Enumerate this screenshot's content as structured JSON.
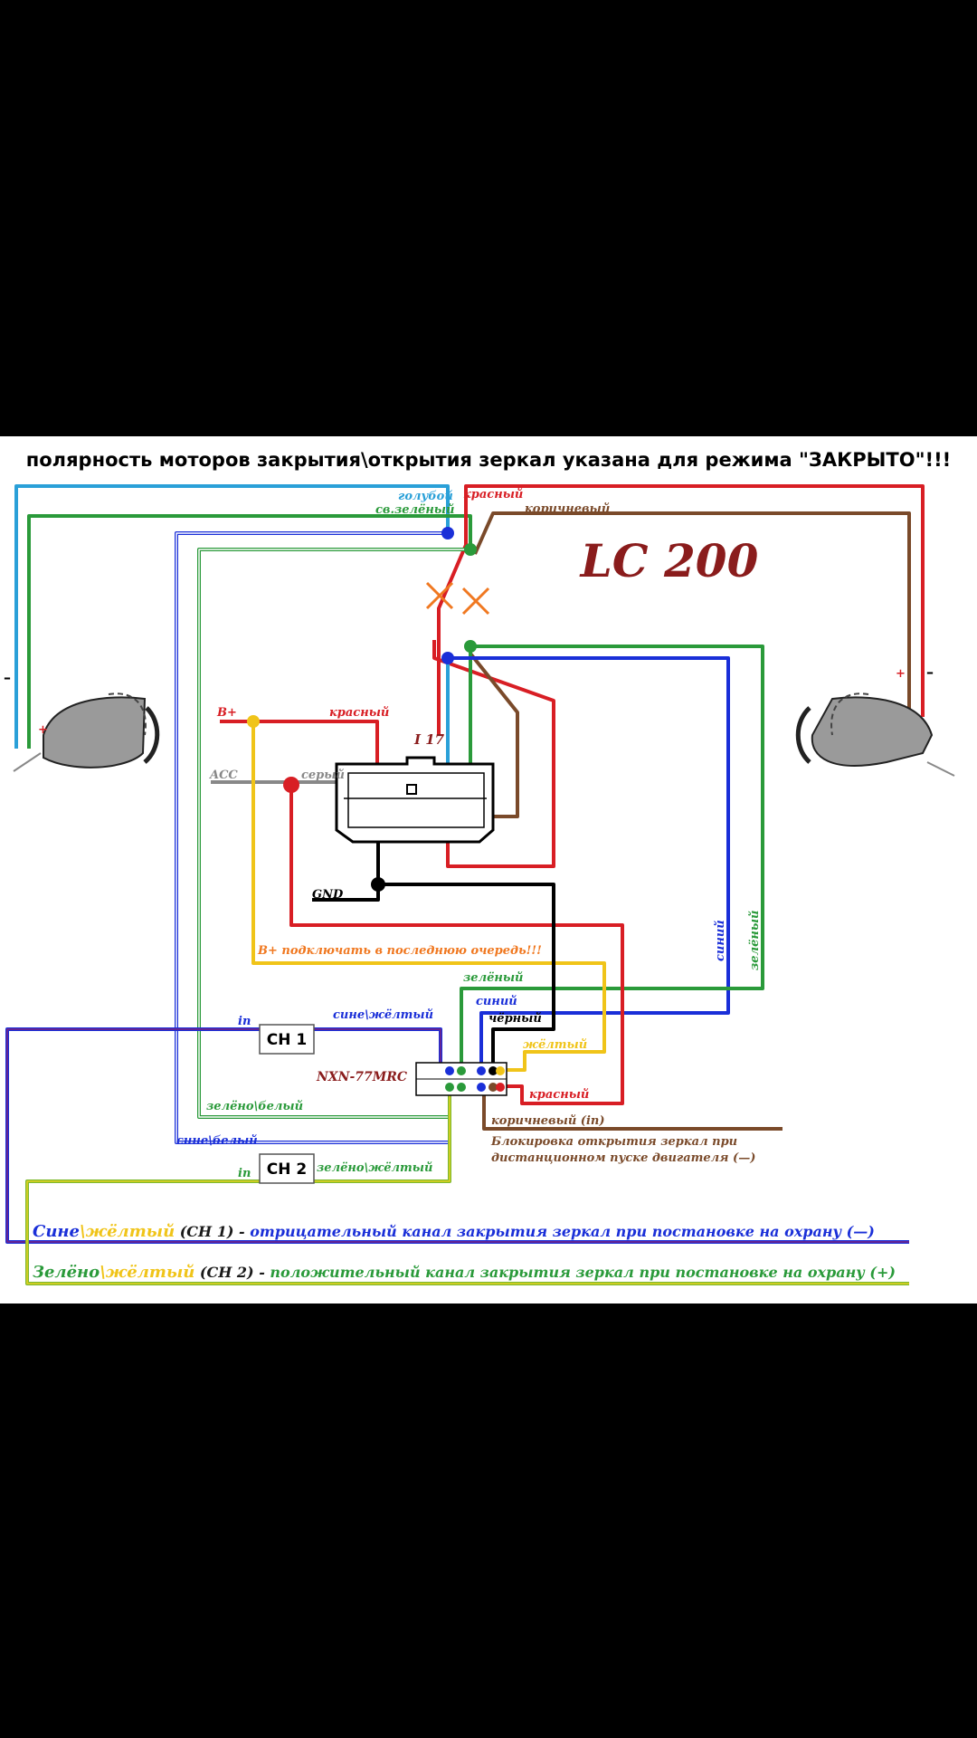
{
  "title": "полярность моторов закрытия\\открытия зеркал указана для режима \"ЗАКРЫТО\"!!!",
  "model": "LC 200",
  "connector": "I 17",
  "module": "NXN-77MRC",
  "ch1_box": "CH 1",
  "ch2_box": "CH 2",
  "labels": {
    "lightblue": "голубой",
    "lightgreen": "св.зелёный",
    "red": "красный",
    "brown": "коричневый",
    "bplus": "B+",
    "acc": "ACC",
    "grey": "серый",
    "gnd": "GND",
    "bplus_note": "B+ подключать в последнюю очередь!!!",
    "green": "зелёный",
    "green_short": "зелёный",
    "blue": "синий",
    "black": "чёрный",
    "yellow": "жёлтый",
    "brown_in": "коричневый   (in)",
    "block_note1": "Блокировка открытия зеркал при",
    "block_note2": "дистанционном пуске двигателя (—)",
    "in": "in",
    "blue_yellow": "сине\\жёлтый",
    "green_yellow": "зелёно\\жёлтый",
    "green_white": "зелёно\\белый",
    "blue_white": "сине\\белый",
    "plus": "+",
    "minus": "–"
  },
  "legend": {
    "ch1_a": "Сине",
    "ch1_b": "\\жёлтый",
    "ch1_c": " (CH 1) - ",
    "ch1_d": "отрицательный канал закрытия зеркал при постановке на охрану (—)",
    "ch2_a": "Зелёно",
    "ch2_b": "\\жёлтый",
    "ch2_c": " (CH 2) - ",
    "ch2_d": "положительный канал закрытия зеркал при постановке на охрану (+)"
  }
}
